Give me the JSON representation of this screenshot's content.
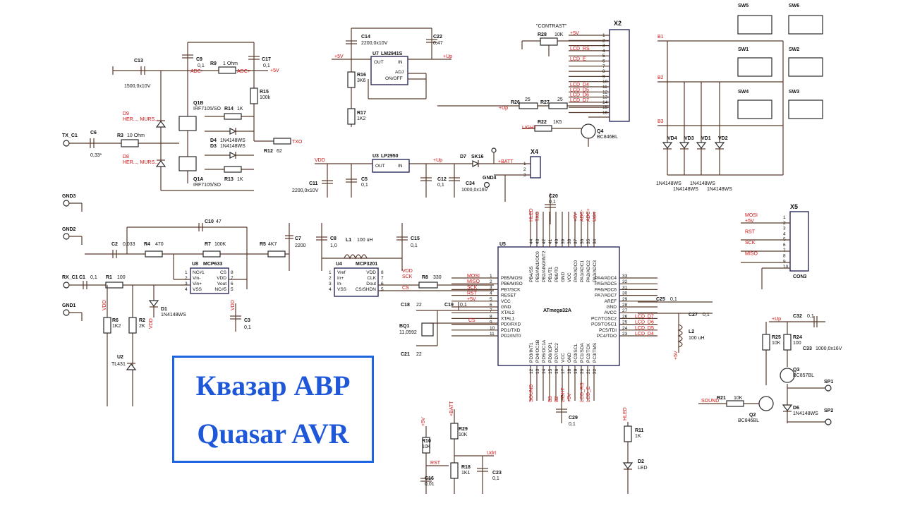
{
  "title": {
    "ru": "Квазар АВР",
    "en": "Quasar AVR"
  },
  "colors": {
    "wire": "#5a3a2a",
    "net_label": "#d01010",
    "title": "#1e57d8",
    "title_border": "#1e63e0"
  },
  "chips": {
    "u5": {
      "ref": "U5",
      "name": "ATmega32A",
      "left_pins": [
        [
          "1",
          "PB5/MOSI"
        ],
        [
          "2",
          "PB6/MISO"
        ],
        [
          "3",
          "PB7/SCK"
        ],
        [
          "4",
          "RESET"
        ],
        [
          "5",
          "VCC"
        ],
        [
          "6",
          "GND"
        ],
        [
          "7",
          "XTAL2"
        ],
        [
          "8",
          "XTAL1"
        ],
        [
          "9",
          "PD0/RXD"
        ],
        [
          "10",
          "PD1/TXD"
        ],
        [
          "11",
          "PD2/INT0"
        ]
      ],
      "right_pins": [
        [
          "33",
          "PA4/ADC4"
        ],
        [
          "32",
          "PA5/ADC5"
        ],
        [
          "31",
          "PA6/ADC6"
        ],
        [
          "30",
          "PA7/ADC7"
        ],
        [
          "29",
          "AREF"
        ],
        [
          "28",
          "GND"
        ],
        [
          "27",
          "AVCC"
        ],
        [
          "26",
          "PC7/TOSC2"
        ],
        [
          "25",
          "PC6/TOSC1"
        ],
        [
          "24",
          "PC5/TDI"
        ],
        [
          "23",
          "PC4/TDO"
        ]
      ],
      "top_pins": [
        "PB4/SS",
        "PB3/AIN1/OC0",
        "PB2/AIN0/INT2",
        "PB1/T1",
        "PB0/T0",
        "GND",
        "VCC",
        "PA0/ADC0",
        "PA1/ADC1",
        "PA2/ADC2",
        "PA3/ADC3"
      ],
      "top_nums": [
        "44",
        "43",
        "42",
        "41",
        "40",
        "39",
        "38",
        "37",
        "36",
        "35",
        "34"
      ],
      "bottom_pins": [
        "PD3/INT1",
        "PD4/OC1B",
        "PD5/OC1A",
        "PD6/ICP1",
        "PD7/OC2",
        "VCC",
        "GND",
        "PC0/SCL",
        "PC1/SDA",
        "PC2/TCK",
        "PC3/TMS"
      ],
      "bottom_nums": [
        "12",
        "13",
        "14",
        "15",
        "16",
        "17",
        "18",
        "19",
        "20",
        "21",
        "22"
      ]
    },
    "u4": {
      "ref": "U4",
      "name": "MCP3201",
      "left_pins": [
        [
          "1",
          "Vref"
        ],
        [
          "2",
          "In+"
        ],
        [
          "3",
          "In-"
        ],
        [
          "4",
          "VSS"
        ]
      ],
      "right_pins": [
        [
          "8",
          "VDD"
        ],
        [
          "7",
          "CLK"
        ],
        [
          "6",
          "Dout"
        ],
        [
          "5",
          "CS/SHDN"
        ]
      ]
    },
    "u8": {
      "ref": "U8",
      "name": "MCP633",
      "left_pins": [
        [
          "1",
          "NC#1"
        ],
        [
          "2",
          "Vin-"
        ],
        [
          "3",
          "Vin+"
        ],
        [
          "4",
          "VSS"
        ]
      ],
      "right_pins": [
        [
          "8",
          "CS"
        ],
        [
          "7",
          "VDD"
        ],
        [
          "6",
          "Vout"
        ],
        [
          "5",
          "NC#5"
        ]
      ]
    },
    "u3": {
      "ref": "U3",
      "name": "LP2950",
      "pins": [
        "OUT",
        "IN"
      ]
    },
    "u7": {
      "ref": "U7",
      "name": "LM2941S",
      "pins": [
        "OUT",
        "IN",
        "ADJ",
        "ON/OFF"
      ]
    }
  },
  "connectors": {
    "x2": {
      "ref": "X2",
      "nums": [
        "1",
        "2",
        "3",
        "4",
        "5",
        "6",
        "7",
        "8",
        "9",
        "10",
        "11",
        "12",
        "13",
        "14",
        "15",
        "16"
      ],
      "nets": [
        "+5V",
        "",
        "",
        "LCD_RS",
        "",
        "LCD_E",
        "",
        "",
        "",
        "",
        "LCD_D4",
        "LCD_D5",
        "LCD_D6",
        "LCD_D7",
        "",
        ""
      ]
    },
    "x4": {
      "ref": "X4",
      "nums": [
        "1",
        "2",
        "3"
      ],
      "net": "+BATT"
    },
    "x5": {
      "ref": "X5",
      "name": "CON3",
      "nums": [
        "1",
        "2",
        "3",
        "4",
        "5",
        "6",
        "7",
        "8",
        "9",
        "10"
      ],
      "nets": [
        "MOSI",
        "+5V",
        "",
        "RST",
        "",
        "SCK",
        "",
        "MISO",
        "",
        ""
      ]
    }
  },
  "nets": {
    "u5_left": [
      "MOSI",
      "MISO",
      "SCK",
      "RST",
      "+5V",
      "",
      "",
      "",
      "",
      "",
      ""
    ],
    "u5_top": [
      "HLED",
      "TXO",
      "",
      "",
      "",
      "",
      "",
      "+5V",
      "ADC-",
      "ADC+",
      "Udrt"
    ],
    "u5_right": [
      "",
      "",
      "",
      "",
      "",
      "",
      "",
      "LCD_D7",
      "LCD_D6",
      "LCD_D5",
      "LCD_D4"
    ],
    "u5_bottom": [
      "SOUND",
      "",
      "",
      "B3",
      "B2",
      "LIGHT",
      "+5V",
      "",
      "LCD_RS",
      "LCD_E",
      ""
    ],
    "adc_minus": "ADC-",
    "adc_plus": "ADC+",
    "p5v": "+5V",
    "txo": "TXO",
    "up": "+Up",
    "vdd": "VDD",
    "cs": "CS",
    "sck": "SCK",
    "rst": "RST",
    "sound": "SOUND",
    "light": "LIGHT",
    "udrt": "Udrt",
    "hled": "HLED",
    "batt": "+BATT",
    "contrast": "\"CONTRAST\""
  },
  "terminals": {
    "tx": "TX_C1",
    "rx": "RX_C1",
    "gnd1": "GND1",
    "gnd2": "GND2",
    "gnd3": "GND3",
    "gnd4": "GND4",
    "sp1": "SP1",
    "sp2": "SP2"
  },
  "components": {
    "c13": [
      "C13",
      "1500,0x10V"
    ],
    "c9": [
      "C9",
      "0,1"
    ],
    "r9": [
      "R9",
      "1 Ohm"
    ],
    "c17": [
      "C17",
      "0,1"
    ],
    "r15": [
      "R15",
      "100k"
    ],
    "q1b": [
      "Q1B",
      "IRF7105/SO"
    ],
    "q1a": [
      "Q1A",
      "IRF7105/SO"
    ],
    "r14": [
      "R14",
      "1K"
    ],
    "r13": [
      "R13",
      "1K"
    ],
    "d4": [
      "D4",
      "1N4148WS"
    ],
    "d3": [
      "D3",
      "1N4148WS"
    ],
    "d9": [
      "D9",
      "HER..., MURS..."
    ],
    "d8": [
      "D8",
      "HER..., MURS..."
    ],
    "r12": [
      "R12",
      "62"
    ],
    "c6": [
      "C6",
      "0,33*"
    ],
    "r3": [
      "R3",
      "10 Ohm"
    ],
    "c14": [
      "C14",
      "2200,0x10V"
    ],
    "c22": [
      "C22",
      "0,47"
    ],
    "r16": [
      "R16",
      "3K6"
    ],
    "r17": [
      "R17",
      "1K2"
    ],
    "r28": [
      "R28",
      "10K"
    ],
    "r26": [
      "R26",
      "25"
    ],
    "r27": [
      "R27",
      "25"
    ],
    "r22": [
      "R22",
      "1K5"
    ],
    "q4": [
      "Q4",
      "BC846BL"
    ],
    "c11": [
      "C11",
      "2200,0x10V"
    ],
    "c5": [
      "C5",
      "0,1"
    ],
    "c12": [
      "C12",
      "0,1"
    ],
    "c34": [
      "C34",
      "1000,0x16V"
    ],
    "d7": [
      "D7",
      "SK16"
    ],
    "c20": [
      "C20",
      "0,1"
    ],
    "c10": [
      "C10",
      "47"
    ],
    "c2": [
      "C2",
      "0,033"
    ],
    "r4": [
      "R4",
      "470"
    ],
    "r7": [
      "R7",
      "100K"
    ],
    "r5": [
      "R5",
      "4K7"
    ],
    "c7": [
      "C7",
      "2200"
    ],
    "c8": [
      "C8",
      "1,0"
    ],
    "l1": [
      "L1",
      "100 uH"
    ],
    "c15": [
      "C15",
      "0,1"
    ],
    "c1": [
      "C1",
      "0,1"
    ],
    "r1": [
      "R1",
      "100"
    ],
    "r8": [
      "R8",
      "330"
    ],
    "r6": [
      "R6",
      "1K2"
    ],
    "r2": [
      "R2",
      "2K"
    ],
    "d1": [
      "D1",
      "1N4148WS"
    ],
    "u2": [
      "U2",
      "TL431"
    ],
    "c3": [
      "C3",
      "0,1"
    ],
    "c18": [
      "C18",
      "22"
    ],
    "c19": [
      "C19",
      "0,1"
    ],
    "bq1": [
      "BQ1",
      "11,0592"
    ],
    "c21": [
      "C21",
      "22"
    ],
    "c25": [
      "C25",
      "0,1"
    ],
    "c27": [
      "C27",
      "0,1"
    ],
    "l2": [
      "L2",
      "100 uH"
    ],
    "c29": [
      "C29",
      "0,1"
    ],
    "c32": [
      "C32",
      "0,1"
    ],
    "r25": [
      "R25",
      "10K"
    ],
    "r24": [
      "R24",
      "100"
    ],
    "c33": [
      "C33",
      "1000,0x16V"
    ],
    "q3": [
      "Q3",
      "BC857BL"
    ],
    "r21": [
      "R21",
      "10K"
    ],
    "q2": [
      "Q2",
      "BC846BL"
    ],
    "d6": [
      "D6",
      "1N4148WS"
    ],
    "r10": [
      "R10",
      "10K"
    ],
    "c16": [
      "C16",
      "0,01"
    ],
    "r29": [
      "R29",
      "10K"
    ],
    "r18": [
      "R18",
      "1K1"
    ],
    "c23": [
      "C23",
      "0,1"
    ],
    "r11": [
      "R11",
      "1K"
    ],
    "d2": [
      "D2",
      "LED"
    ]
  },
  "keyboard": {
    "switches": [
      "SW5",
      "SW6",
      "SW1",
      "SW2",
      "SW4",
      "SW3"
    ],
    "rows": [
      "B1",
      "B2",
      "B3"
    ],
    "diodes": [
      "VD4",
      "VD3",
      "VD1",
      "VD2"
    ],
    "diode_parts": [
      "1N4148WS",
      "1N4148WS",
      "1N4148WS",
      "1N4148WS"
    ]
  }
}
